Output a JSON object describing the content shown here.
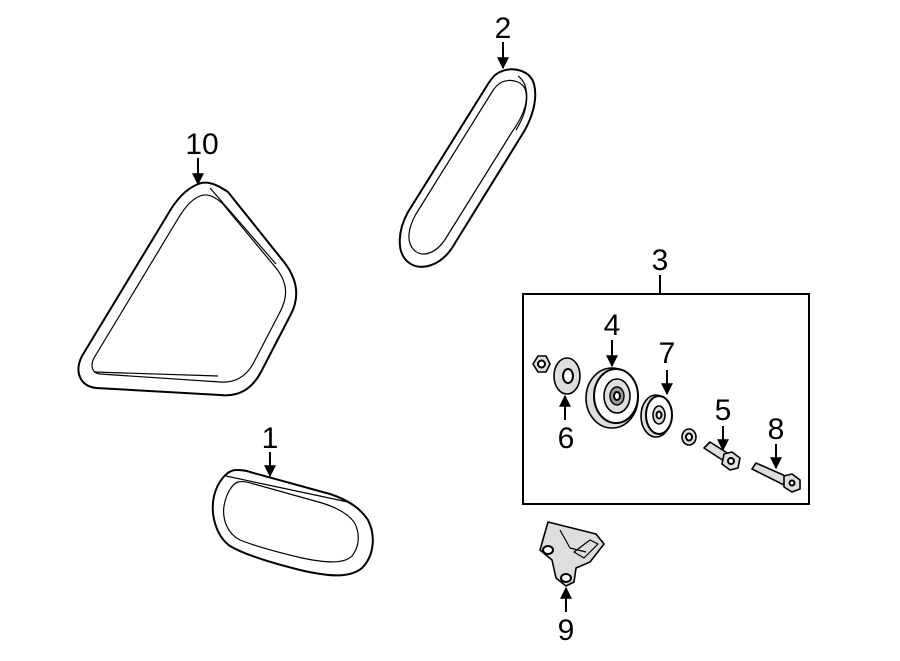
{
  "callouts": {
    "c1": "1",
    "c2": "2",
    "c3": "3",
    "c4": "4",
    "c5": "5",
    "c6": "6",
    "c7": "7",
    "c8": "8",
    "c9": "9",
    "c10": "10"
  },
  "colors": {
    "line": "#000000",
    "background": "#ffffff",
    "shade": "#dedede"
  }
}
